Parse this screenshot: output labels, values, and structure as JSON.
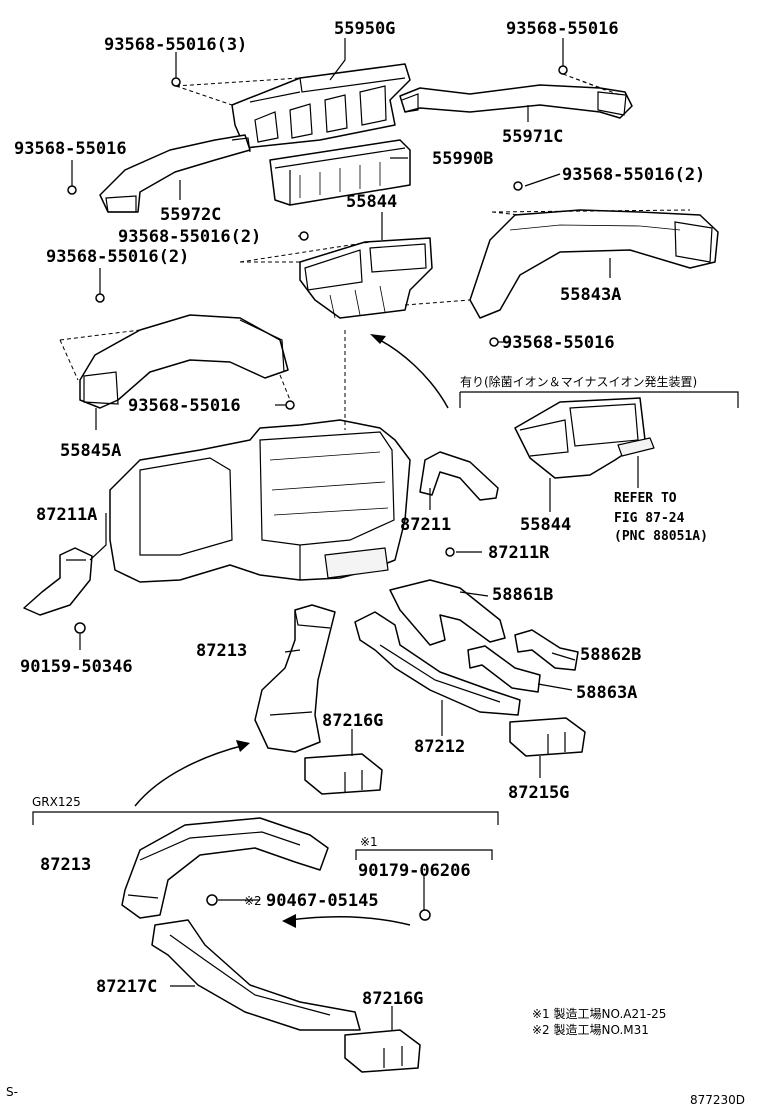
{
  "labels": {
    "l55950g": "55950G",
    "l93568_3": "93568-55016(3)",
    "l93568_top_right": "93568-55016",
    "l55971c": "55971C",
    "l93568_left": "93568-55016",
    "l55990b": "55990B",
    "l93568_2_right": "93568-55016(2)",
    "l55972c": "55972C",
    "l55844_top": "55844",
    "l93568_2_mid": "93568-55016(2)",
    "l93568_2_left": "93568-55016(2)",
    "l55843a": "55843A",
    "l93568_below_843a": "93568-55016",
    "l93568_below_845a": "93568-55016",
    "l55845a": "55845A",
    "l87211a": "87211A",
    "l87211": "87211",
    "l55844_opt": "55844",
    "l87211r": "87211R",
    "l58861b": "58861B",
    "l58862b": "58862B",
    "l58863a": "58863A",
    "l87213_top": "87213",
    "l87216g_top": "87216G",
    "l87212": "87212",
    "l87215g": "87215G",
    "l90159": "90159-50346",
    "grx": "GRX125",
    "l87213_bottom": "87213",
    "note1_mark": "※1",
    "l90179": "90179-06206",
    "l90467": "90467-05145",
    "note2_mark_inline": "※2",
    "l87217c": "87217C",
    "l87216g_bottom": "87216G",
    "refer1": "REFER TO",
    "refer2": "FIG 87-24",
    "refer3": "(PNC 88051A)",
    "option_note": "有り(除菌イオン＆マイナスイオン発生装置)",
    "foot1": "※1  製造工場NO.A21-25",
    "foot2": "※2  製造工場NO.M31",
    "page_left": "S-",
    "page_id": "877230D"
  }
}
